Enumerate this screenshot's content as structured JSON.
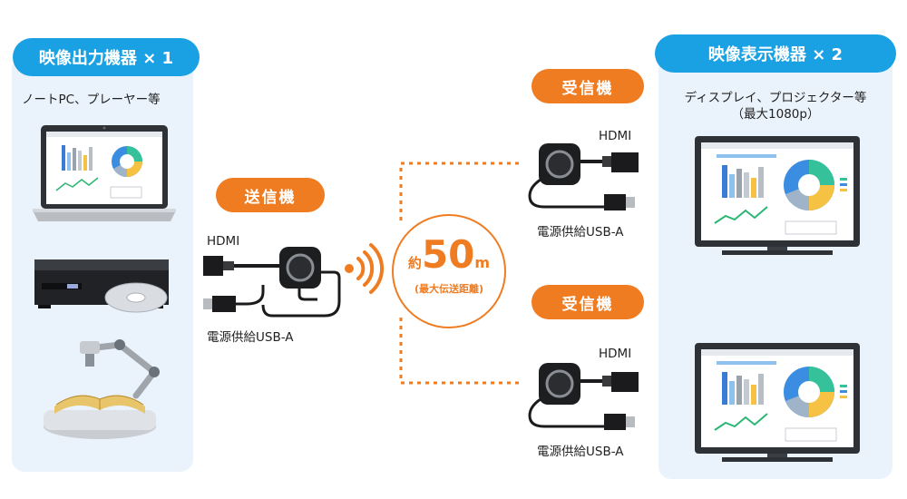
{
  "source": {
    "title": "映像出力機器 × 1",
    "subtitle": "ノートPC、プレーヤー等",
    "devices": [
      "laptop-icon",
      "bluray-player-icon",
      "document-camera-icon"
    ]
  },
  "display": {
    "title": "映像表示機器 × 2",
    "subtitle": "ディスプレイ、プロジェクター等",
    "resolution": "（最大1080p）",
    "devices": [
      "monitor-icon",
      "monitor-icon"
    ]
  },
  "transmitter": {
    "title": "送信機",
    "hdmi": "HDMI",
    "power": "電源供給USB-A"
  },
  "receivers": [
    {
      "title": "受信機",
      "hdmi": "HDMI",
      "power": "電源供給USB-A"
    },
    {
      "title": "受信機",
      "hdmi": "HDMI",
      "power": "電源供給USB-A"
    }
  ],
  "range": {
    "prefix": "約",
    "value": "50",
    "unit": "m",
    "caption": "(最大伝送距離)"
  },
  "colors": {
    "blue": "#1aa1e3",
    "orange": "#f07c22",
    "panel": "#eaf3fc"
  }
}
